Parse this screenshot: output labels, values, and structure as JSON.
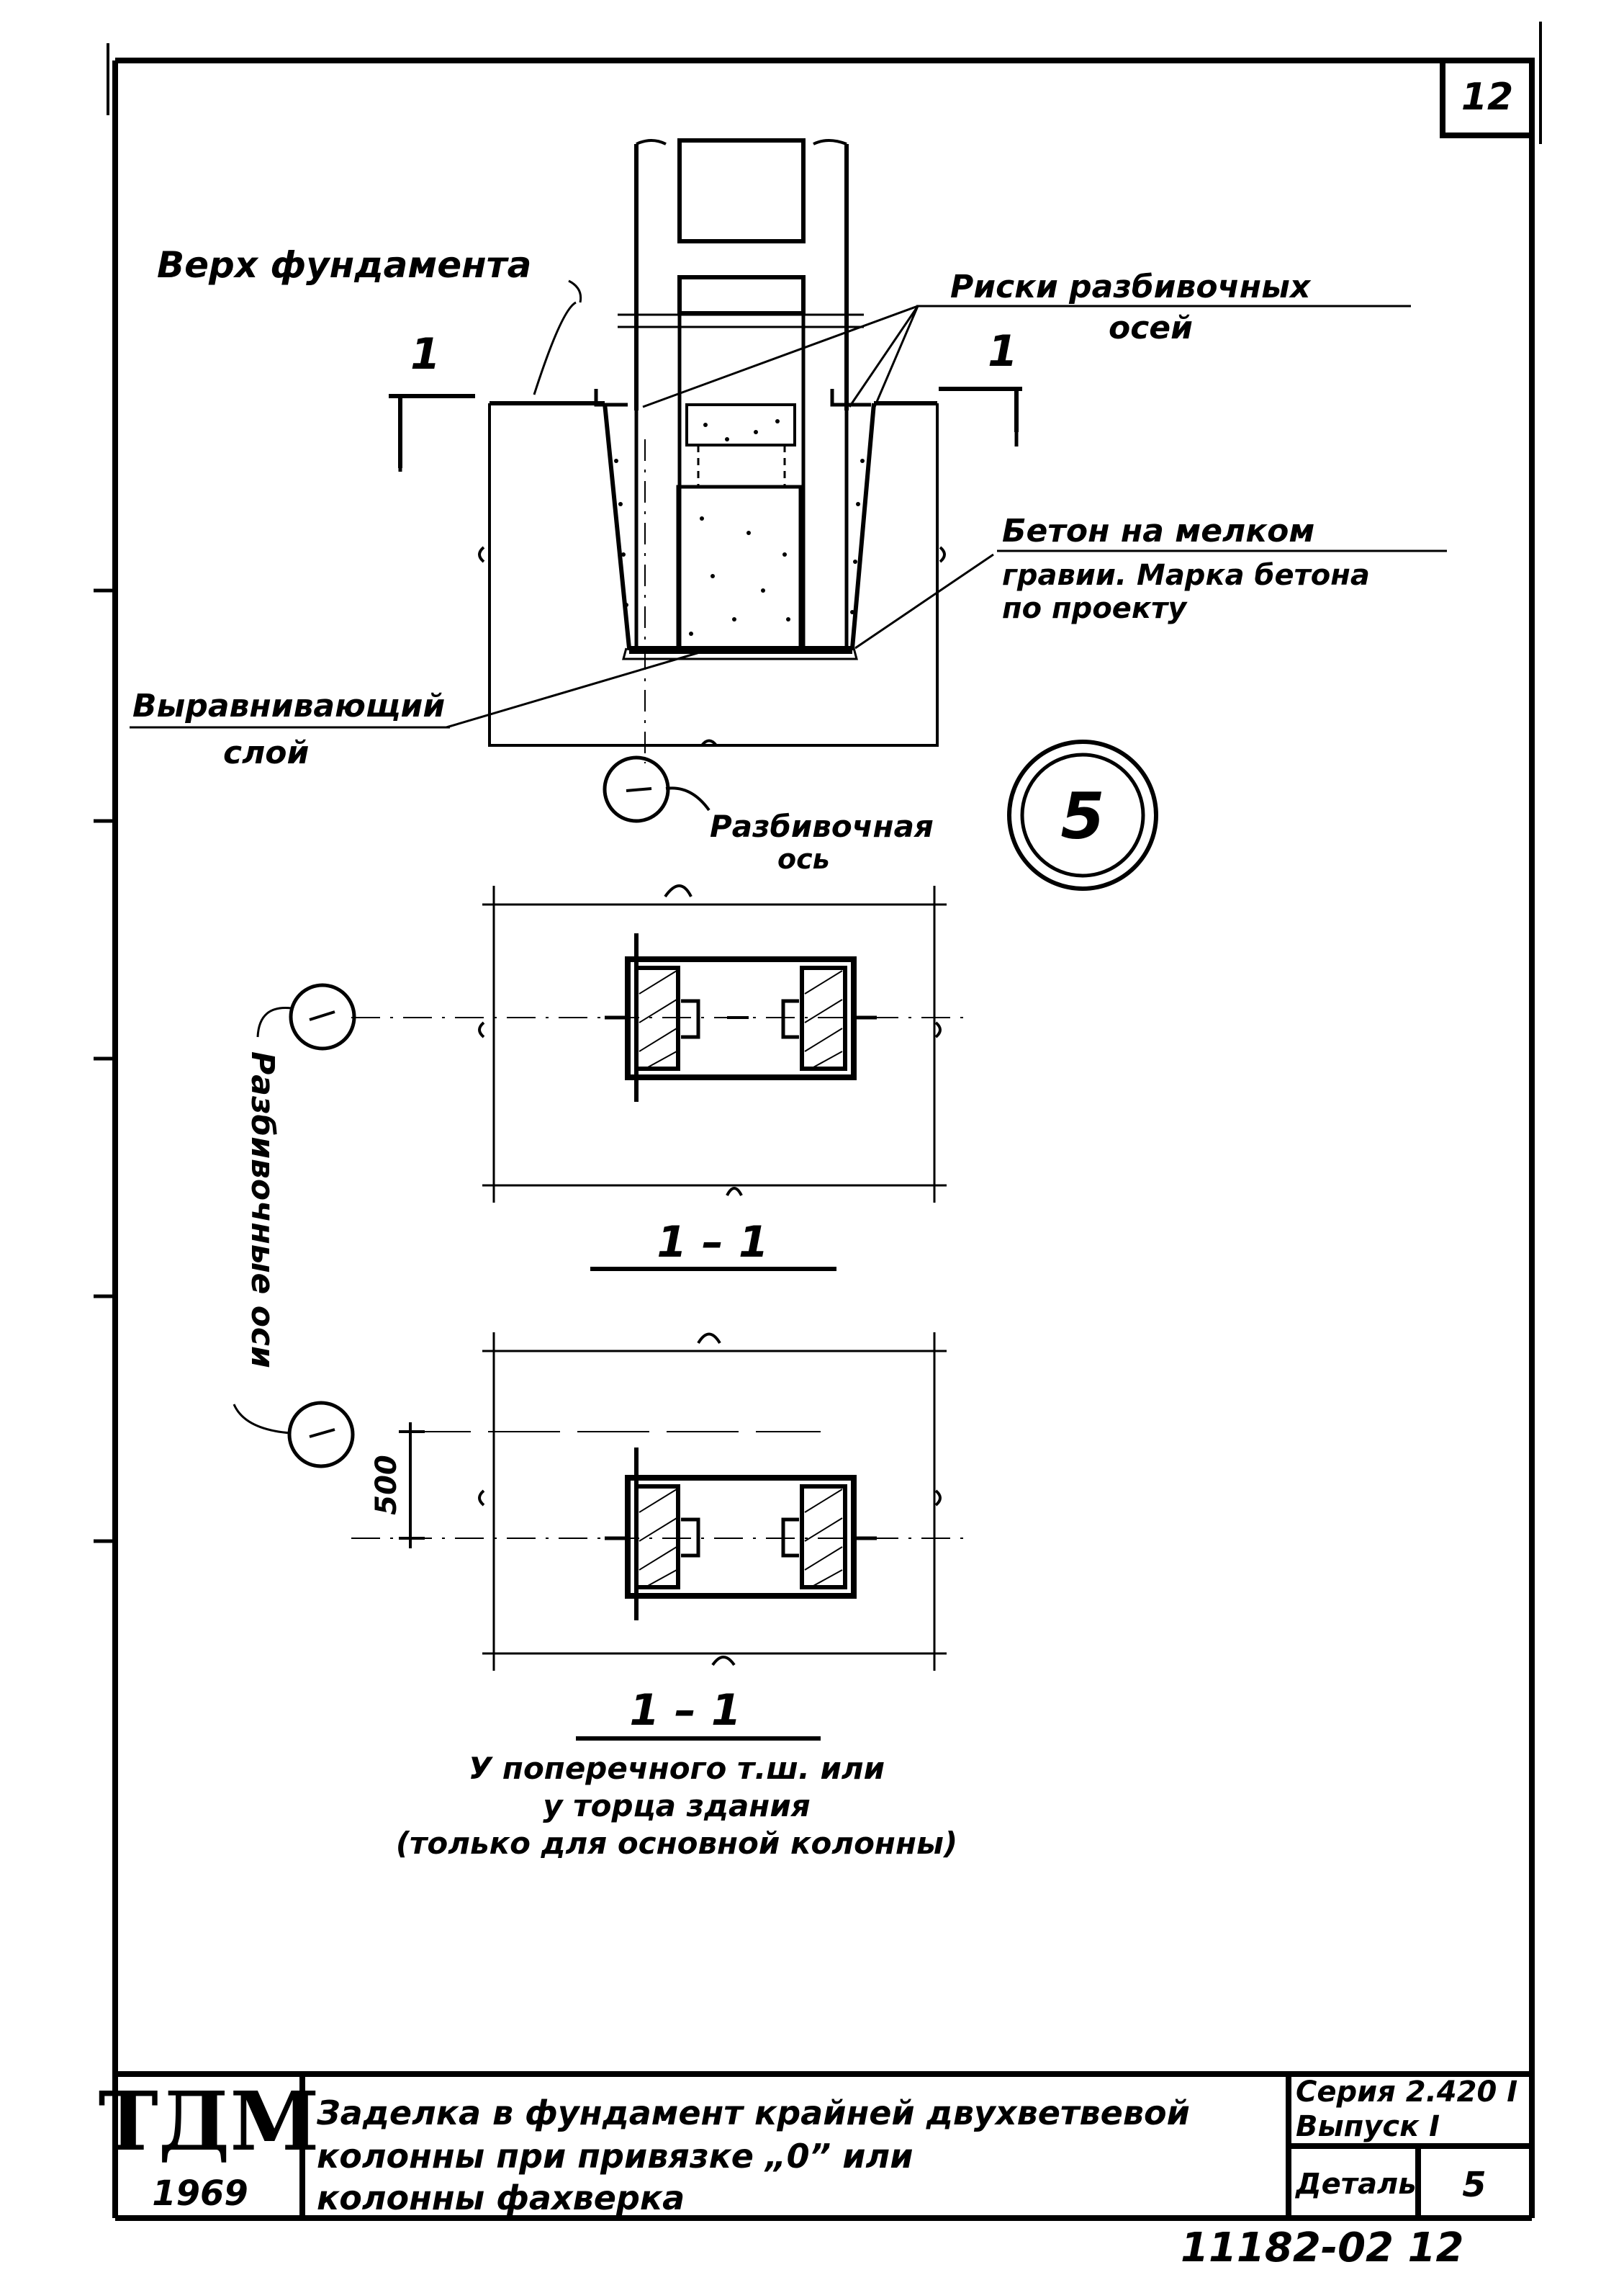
{
  "sheet": {
    "number": "12",
    "bottom_number": "11182-02   12"
  },
  "callouts": {
    "foundation_top": "Верх фундамента",
    "marks_line1": "Риски разбивочных",
    "marks_line2": "осей",
    "concrete_line1": "Бетон на мелком",
    "concrete_line2": "гравии. Марка бетона",
    "concrete_line3": "по проекту",
    "leveling_line1": "Выравнивающий",
    "leveling_line2": "слой",
    "axis_label_line1": "Разбивочная",
    "axis_label_line2": "ось",
    "axes_vertical": "Разбивочные оси",
    "section_marker": "1"
  },
  "detail_number": "5",
  "sections": {
    "label_top": "1 – 1",
    "label_bottom": "1 – 1",
    "dimension": "500",
    "note_line1": "У поперечного т.ш. или",
    "note_line2": "у торца здания",
    "note_line3": "(только для основной колонны)"
  },
  "title_block": {
    "logo": "ТДМ",
    "year": "1969",
    "title_line1": "Заделка в фундамент крайней двухветвевой",
    "title_line2": "колонны при привязке „0” или",
    "title_line3": "колонны фахверка",
    "series": "Серия 2.420 I",
    "issue": "Выпуск I",
    "detail_label": "Деталь",
    "detail_value": "5"
  }
}
